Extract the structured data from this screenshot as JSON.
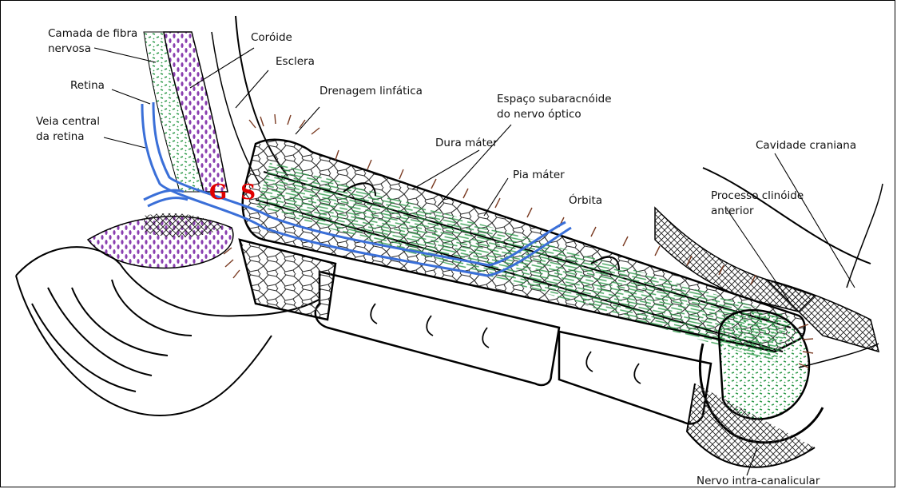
{
  "labels": {
    "camada_fibra": "Camada de fibra\nnervosa",
    "coroide": "Coróide",
    "esclera": "Esclera",
    "retina": "Retina",
    "veia_central": "Veia central\nda retina",
    "drenagem": "Drenagem linfática",
    "espaco_subaracnoide": "Espaço subaracnóide\ndo nervo óptico",
    "dura_mater": "Dura máter",
    "pia_mater": "Pia máter",
    "orbita": "Órbita",
    "cavidade_craniana": "Cavidade craniana",
    "processo_clinoide": "Processo clinóide\nanterior",
    "nervo_intracanalicular": "Nervo intra-canalicular",
    "gs_marker": "G S"
  },
  "colors": {
    "nerve_fiber": "#2e9a4a",
    "choroid": "#8a3fb0",
    "central_vein": "#3a6fd8",
    "lymphatic": "#7a3b22",
    "gs_marker": "#e00000",
    "outline": "#000000"
  }
}
